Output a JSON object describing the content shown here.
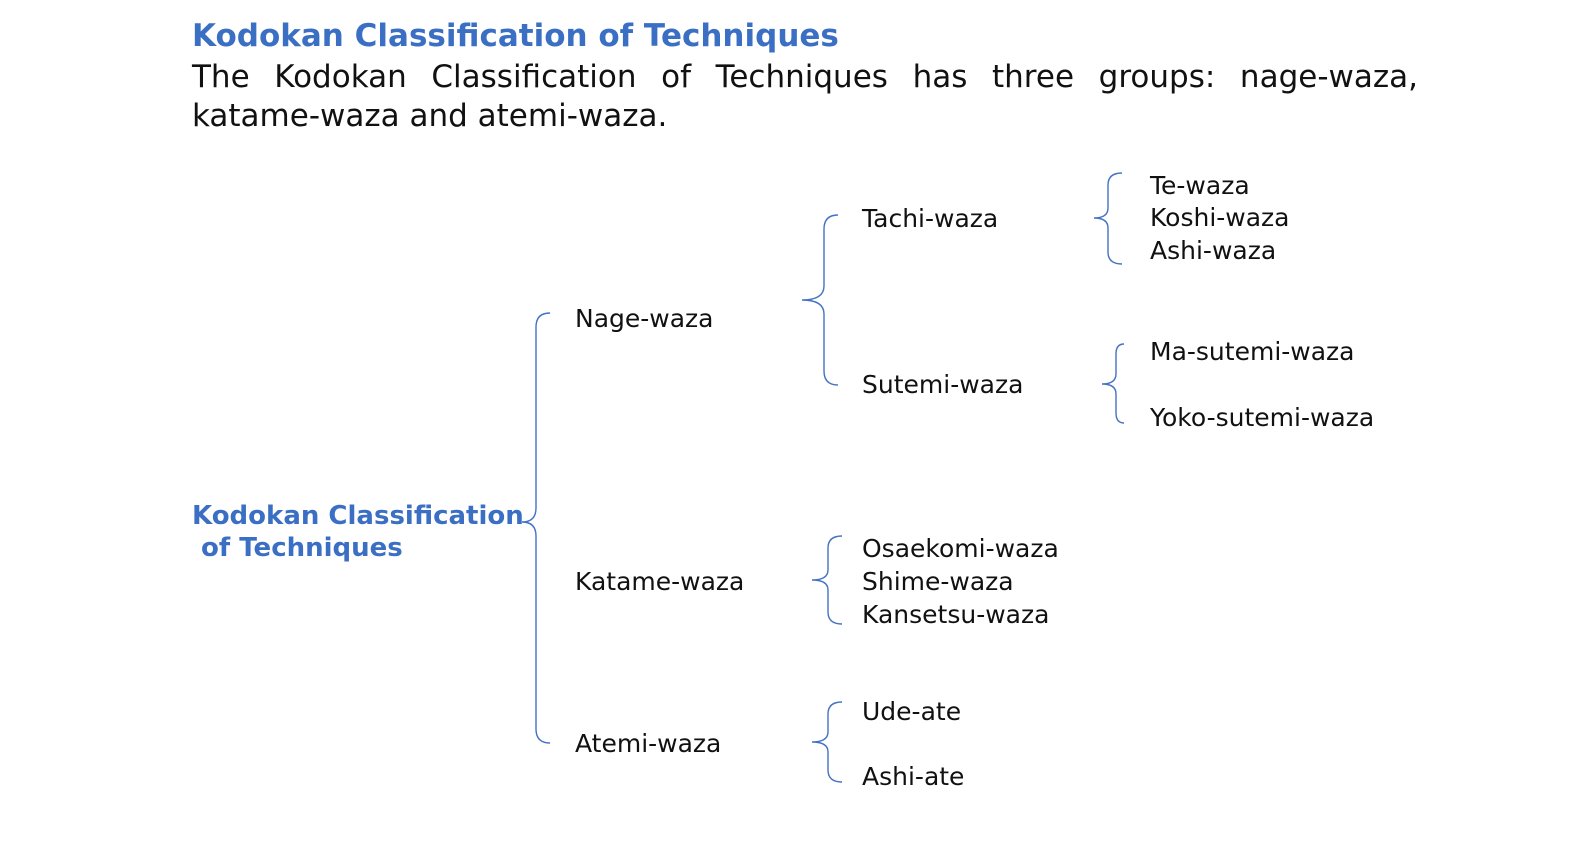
{
  "header": {
    "title": "Kodokan Classification of Techniques",
    "intro": "The Kodokan Classification of Techniques has three groups: nage-waza, katame-waza and atemi-waza."
  },
  "diagram": {
    "root": "Kodokan Classification\n of Techniques",
    "nage": {
      "label": "Nage-waza",
      "tachi": {
        "label": "Tachi-waza",
        "items": [
          "Te-waza",
          "Koshi-waza",
          "Ashi-waza"
        ]
      },
      "sutemi": {
        "label": "Sutemi-waza",
        "items": [
          "Ma-sutemi-waza",
          "Yoko-sutemi-waza"
        ]
      }
    },
    "katame": {
      "label": "Katame-waza",
      "items": [
        "Osaekomi-waza",
        "Shime-waza",
        "Kansetsu-waza"
      ]
    },
    "atemi": {
      "label": "Atemi-waza",
      "items": [
        "Ude-ate",
        "Ashi-ate"
      ]
    }
  },
  "colors": {
    "accent": "#3a6fc4",
    "brace": "#4472c4"
  }
}
